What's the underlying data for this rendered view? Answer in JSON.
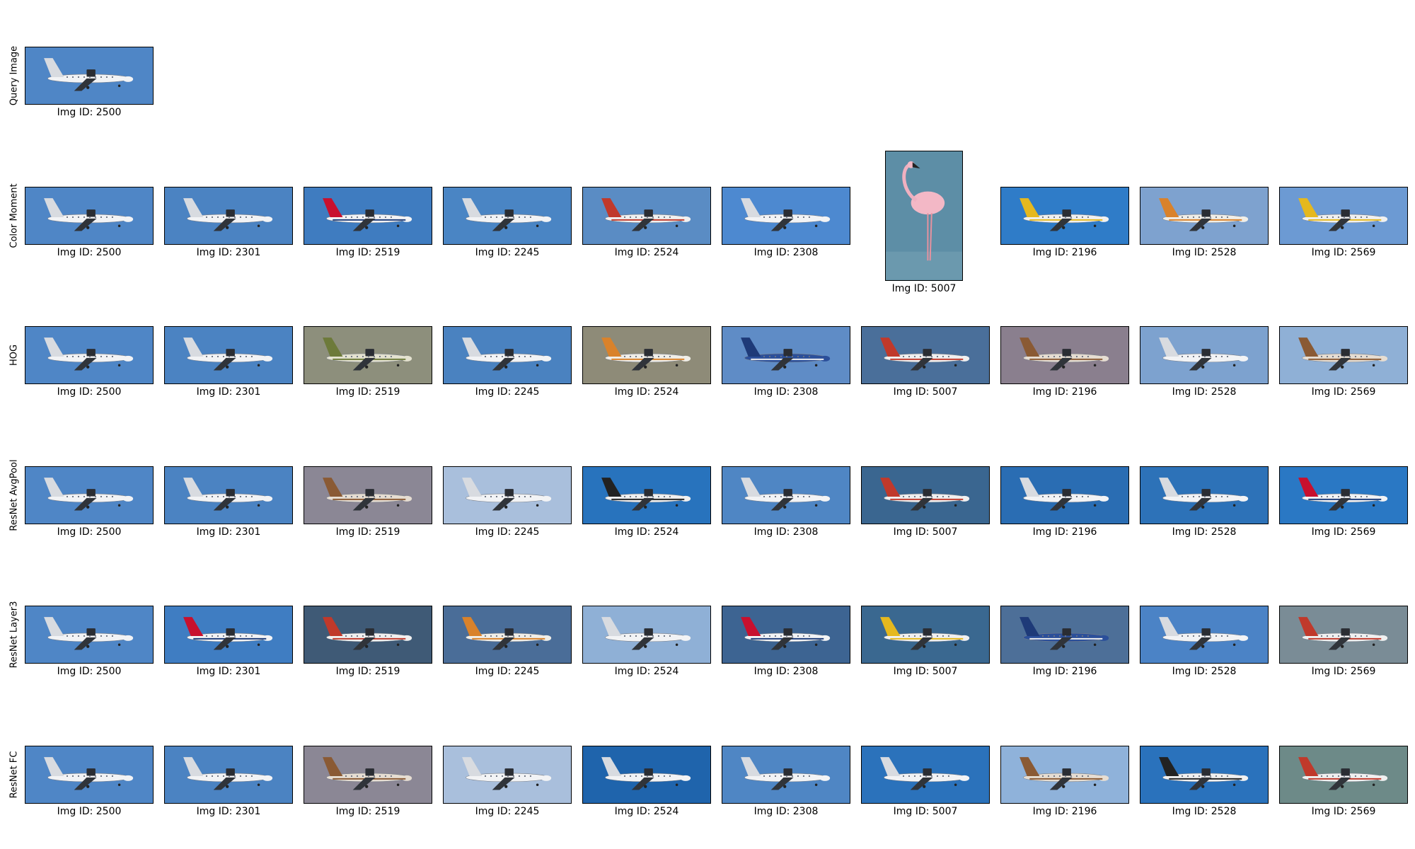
{
  "caption_prefix": "Img ID: ",
  "rows": [
    {
      "label": "Query Image",
      "results": [
        {
          "id": "2500",
          "sky": "#4f86c6",
          "subject": "plane-white"
        }
      ]
    },
    {
      "label": "Color Moment",
      "results": [
        {
          "id": "2500",
          "sky": "#4f86c6",
          "subject": "plane-white"
        },
        {
          "id": "2301",
          "sky": "#4b83c2",
          "subject": "plane-white"
        },
        {
          "id": "2519",
          "sky": "#3f7cc0",
          "subject": "plane-british"
        },
        {
          "id": "2245",
          "sky": "#4a85c4",
          "subject": "plane-white"
        },
        {
          "id": "2524",
          "sky": "#5a8cc4",
          "subject": "plane-red"
        },
        {
          "id": "2308",
          "sky": "#4d89d0",
          "subject": "plane-white"
        },
        {
          "id": "5007",
          "sky": "#5d8ea6",
          "subject": "flamingo"
        },
        {
          "id": "2196",
          "sky": "#2f7cc8",
          "subject": "plane-yellow"
        },
        {
          "id": "2528",
          "sky": "#7ea2cf",
          "subject": "plane-orange"
        },
        {
          "id": "2569",
          "sky": "#6c9ad3",
          "subject": "plane-yellow"
        }
      ]
    },
    {
      "label": "HOG",
      "results": [
        {
          "id": "2500",
          "sky": "#4f86c6",
          "subject": "plane-white"
        },
        {
          "id": "2301",
          "sky": "#4b83c2",
          "subject": "plane-white"
        },
        {
          "id": "2519",
          "sky": "#8d8f7c",
          "subject": "plane-olive"
        },
        {
          "id": "2245",
          "sky": "#4a82c0",
          "subject": "plane-white"
        },
        {
          "id": "2524",
          "sky": "#8e8b78",
          "subject": "plane-orange"
        },
        {
          "id": "2308",
          "sky": "#5f8cc6",
          "subject": "plane-blue"
        },
        {
          "id": "5007",
          "sky": "#4a6f9a",
          "subject": "plane-red"
        },
        {
          "id": "2196",
          "sky": "#8a7f8e",
          "subject": "plane-brown"
        },
        {
          "id": "2528",
          "sky": "#7da2cf",
          "subject": "plane-white"
        },
        {
          "id": "2569",
          "sky": "#8fb0d6",
          "subject": "plane-brown"
        }
      ]
    },
    {
      "label": "ResNet AvgPool",
      "results": [
        {
          "id": "2500",
          "sky": "#4f86c6",
          "subject": "plane-white"
        },
        {
          "id": "2301",
          "sky": "#4b83c2",
          "subject": "plane-white"
        },
        {
          "id": "2519",
          "sky": "#8b8795",
          "subject": "plane-brown"
        },
        {
          "id": "2245",
          "sky": "#a9bfdc",
          "subject": "plane-white"
        },
        {
          "id": "2524",
          "sky": "#2873bd",
          "subject": "plane-dark"
        },
        {
          "id": "2308",
          "sky": "#4f86c4",
          "subject": "plane-white"
        },
        {
          "id": "5007",
          "sky": "#3a6690",
          "subject": "plane-red"
        },
        {
          "id": "2196",
          "sky": "#2a6db3",
          "subject": "plane-white"
        },
        {
          "id": "2528",
          "sky": "#2d72b8",
          "subject": "plane-white"
        },
        {
          "id": "2569",
          "sky": "#2a78c4",
          "subject": "plane-british"
        }
      ]
    },
    {
      "label": "ResNet Layer3",
      "results": [
        {
          "id": "2500",
          "sky": "#4f86c6",
          "subject": "plane-white"
        },
        {
          "id": "2301",
          "sky": "#3f7dc2",
          "subject": "plane-british"
        },
        {
          "id": "2519",
          "sky": "#3f5a76",
          "subject": "plane-red"
        },
        {
          "id": "2245",
          "sky": "#4a6d98",
          "subject": "plane-orange"
        },
        {
          "id": "2524",
          "sky": "#8fb0d6",
          "subject": "plane-white"
        },
        {
          "id": "2308",
          "sky": "#3d6492",
          "subject": "plane-british"
        },
        {
          "id": "5007",
          "sky": "#3a6890",
          "subject": "plane-yellow"
        },
        {
          "id": "2196",
          "sky": "#4d6f98",
          "subject": "plane-blue"
        },
        {
          "id": "2528",
          "sky": "#4b83c6",
          "subject": "plane-white"
        },
        {
          "id": "2569",
          "sky": "#7a8c96",
          "subject": "plane-red"
        }
      ]
    },
    {
      "label": "ResNet FC",
      "results": [
        {
          "id": "2500",
          "sky": "#4f86c6",
          "subject": "plane-white"
        },
        {
          "id": "2301",
          "sky": "#4b83c2",
          "subject": "plane-white"
        },
        {
          "id": "2519",
          "sky": "#8b8795",
          "subject": "plane-brown"
        },
        {
          "id": "2245",
          "sky": "#a9bfdc",
          "subject": "plane-white"
        },
        {
          "id": "2524",
          "sky": "#1f64ac",
          "subject": "plane-white"
        },
        {
          "id": "2308",
          "sky": "#4f86c4",
          "subject": "plane-white"
        },
        {
          "id": "5007",
          "sky": "#2b72bb",
          "subject": "plane-white"
        },
        {
          "id": "2196",
          "sky": "#8fb2da",
          "subject": "plane-brown"
        },
        {
          "id": "2528",
          "sky": "#2a72bc",
          "subject": "plane-dark"
        },
        {
          "id": "2569",
          "sky": "#6d8a88",
          "subject": "plane-red"
        }
      ]
    }
  ]
}
